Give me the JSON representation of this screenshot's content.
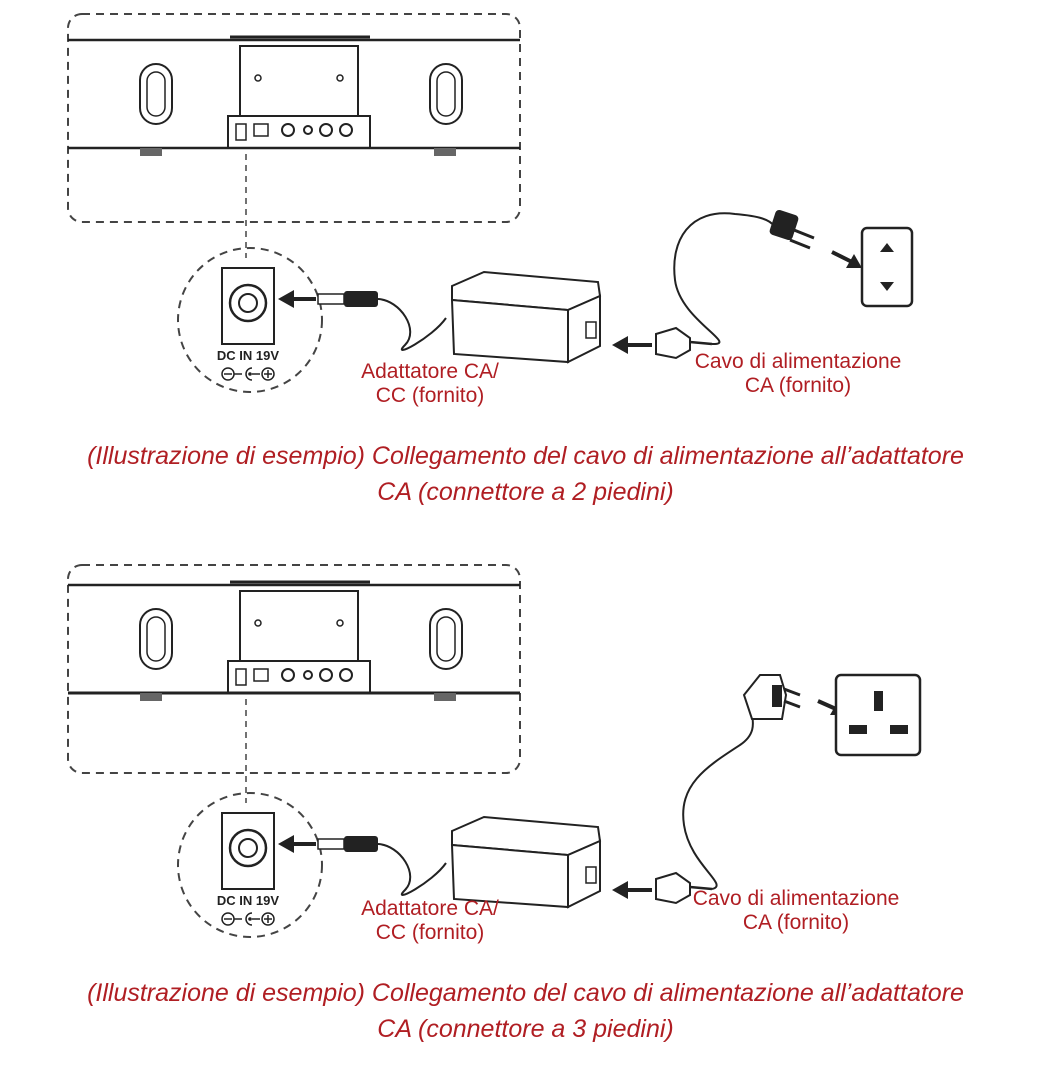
{
  "colors": {
    "label": "#b01e23",
    "line": "#222222"
  },
  "panels": [
    {
      "plug_type": "2-pin",
      "jack_label": "DC IN 19V",
      "adapter_label_line1": "Adattatore CA/",
      "adapter_label_line2": "CC (fornito)",
      "cord_label_line1": "Cavo di alimentazione",
      "cord_label_line2": "CA (fornito)",
      "caption_line1": "(Illustrazione di esempio) Collegamento del cavo di alimentazione all’adattatore",
      "caption_line2": "CA (connettore a 2 piedini)"
    },
    {
      "plug_type": "3-pin",
      "jack_label": "DC IN 19V",
      "adapter_label_line1": "Adattatore CA/",
      "adapter_label_line2": "CC (fornito)",
      "cord_label_line1": "Cavo di alimentazione",
      "cord_label_line2": "CA (fornito)",
      "caption_line1": "(Illustrazione di esempio) Collegamento del cavo di alimentazione all’adattatore",
      "caption_line2": "CA (connettore a 3 piedini)"
    }
  ]
}
